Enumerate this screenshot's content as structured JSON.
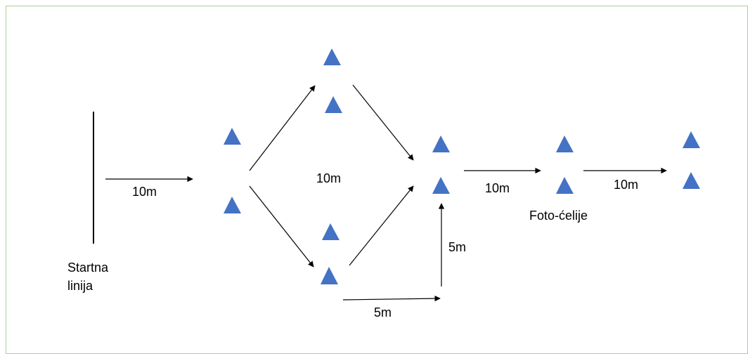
{
  "colors": {
    "cone": "#4472c4",
    "arrow": "#000000",
    "frame": "#a9d18e",
    "line": "#000000"
  },
  "labels": {
    "start_line": [
      "Startna",
      "linija"
    ],
    "d1": "10m",
    "d_center": "10m",
    "d_to_cell": "10m",
    "d_after_cell": "10m",
    "d_horizontal_5": "5m",
    "d_vertical_5": "5m",
    "photo_cells": "Foto-ćelije"
  },
  "icons": {
    "cone": "triangle-cone-icon",
    "arrow": "arrow-icon"
  }
}
